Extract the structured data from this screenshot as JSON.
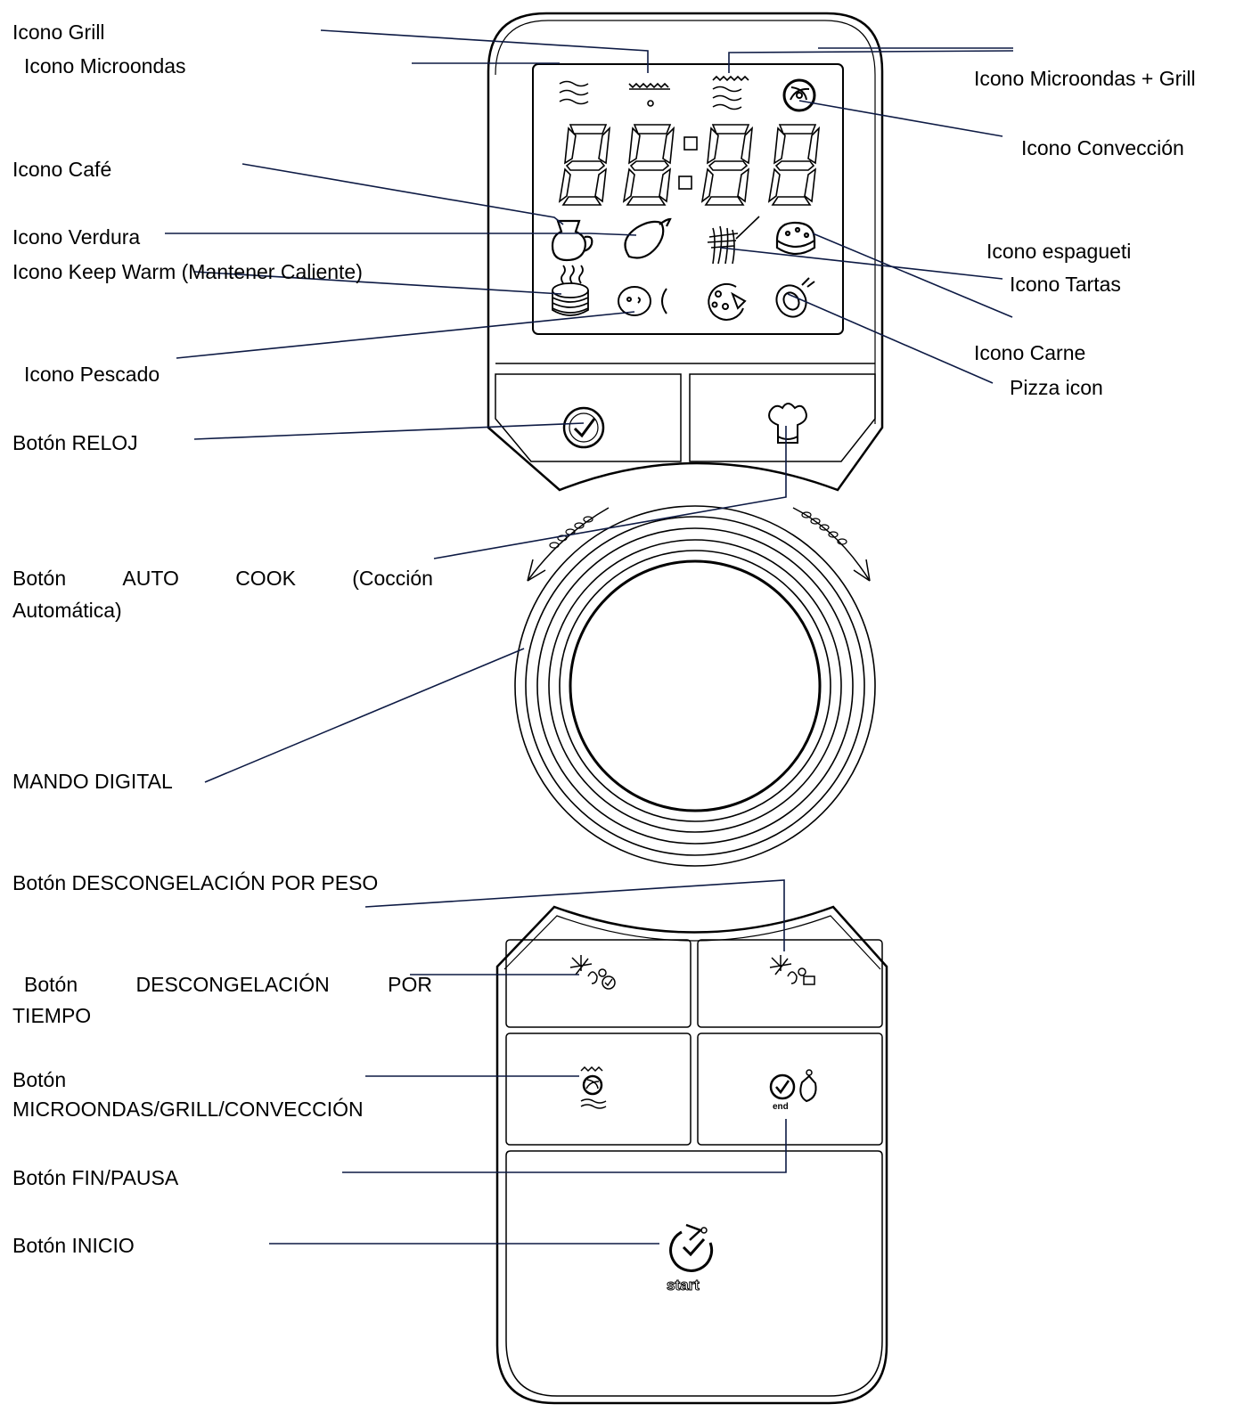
{
  "display": {
    "digits": "88:88"
  },
  "labels": {
    "grill": "Icono Grill",
    "microwave": "Icono Microondas",
    "microwave_grill": "Icono Microondas + Grill",
    "convection": "Icono Convección",
    "coffee": "Icono Café",
    "vegetable": "Icono Verdura",
    "keep_warm": "Icono Keep Warm (Mantener Caliente)",
    "spaghetti": "Icono espagueti",
    "cakes": "Icono Tartas",
    "fish": "Icono Pescado",
    "meat": "Icono Carne",
    "pizza": "Pizza icon",
    "clock_button": "Botón RELOJ",
    "auto_cook_1": "Botón",
    "auto_cook_2": "AUTO",
    "auto_cook_3": "COOK",
    "auto_cook_4": "(Cocción",
    "auto_cook_5": "Automática)",
    "dial": "MANDO DIGITAL",
    "defrost_weight": "Botón DESCONGELACIÓN POR PESO",
    "defrost_time_1": "Botón",
    "defrost_time_2": "DESCONGELACIÓN",
    "defrost_time_3": "POR",
    "defrost_time_4": "TIEMPO",
    "mw_grill_conv_1": "Botón",
    "mw_grill_conv_2": "MICROONDAS/GRILL/CONVECCIÓN",
    "end_pause": "Botón FIN/PAUSA",
    "start_button": "Botón INICIO"
  },
  "button_text": {
    "end": "end",
    "start": "start"
  }
}
